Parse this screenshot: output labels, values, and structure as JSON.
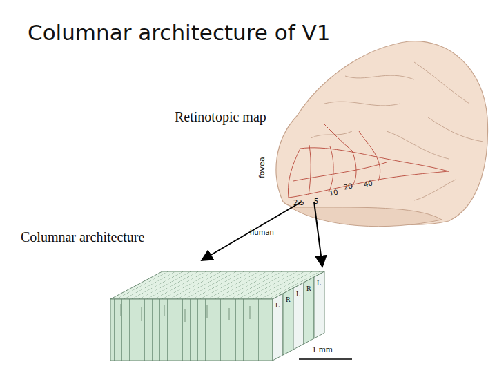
{
  "diagram": {
    "title": "Columnar architecture of V1",
    "labels": [
      "Retinotopic map",
      "fovea",
      "2.5",
      "5",
      "10",
      "20",
      "40",
      "human",
      "Columnar architecture",
      "L",
      "R",
      "L",
      "R",
      "L",
      "1 mm"
    ]
  }
}
